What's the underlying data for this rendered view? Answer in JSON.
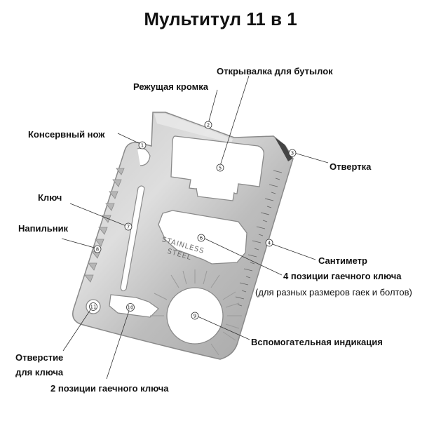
{
  "title": "Мультитул 11 в 1",
  "stamp": {
    "line1": "STAINLESS",
    "line2": "STEEL"
  },
  "callouts": [
    {
      "n": "1",
      "label": "Консервный нож"
    },
    {
      "n": "2",
      "label": "Режущая кромка"
    },
    {
      "n": "3",
      "label": "Отвертка"
    },
    {
      "n": "4",
      "label": "Сантиметр"
    },
    {
      "n": "5",
      "label": "Открывалка для бутылок"
    },
    {
      "n": "6",
      "label": "4 позиции гаечного ключа",
      "note": "(для разных размеров гаек и болтов)"
    },
    {
      "n": "7",
      "label": "Ключ"
    },
    {
      "n": "8",
      "label": "Напильник"
    },
    {
      "n": "9",
      "label": "Вспомогательная индикация"
    },
    {
      "n": "10",
      "label": "2 позиции гаечного ключа"
    },
    {
      "n": "11",
      "label": "Отверстие",
      "label2": "для ключа"
    }
  ]
}
